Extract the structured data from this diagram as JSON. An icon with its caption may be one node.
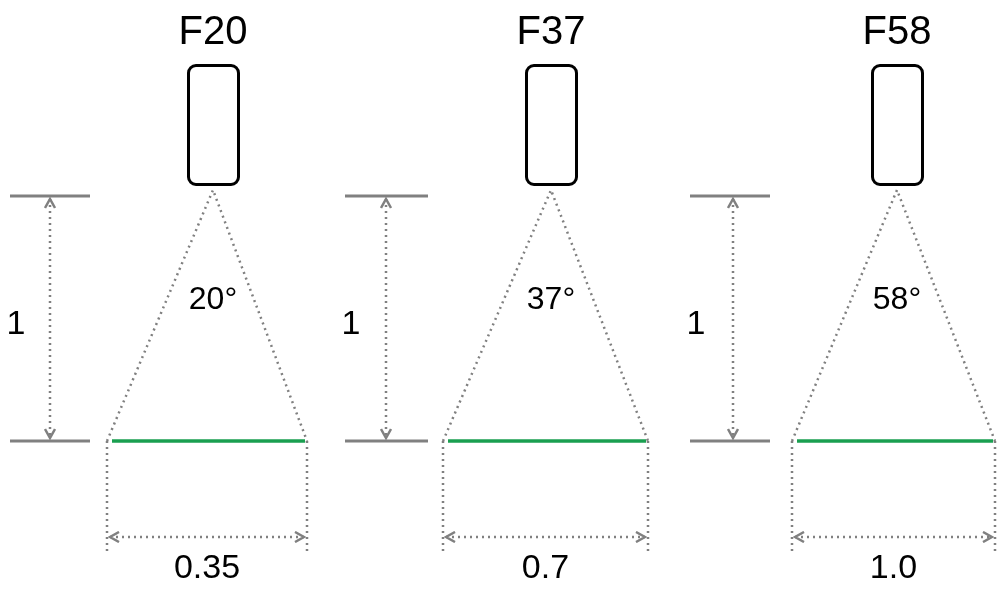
{
  "diagram": {
    "nodes": [
      {
        "text": [
          "F20"
        ]
      },
      {
        "text": [
          "F37"
        ]
      },
      {
        "text": [
          "F58"
        ]
      }
    ],
    "labels": [
      "1",
      "20°",
      "0.35",
      "1",
      "37°",
      "0.7",
      "1",
      "58°",
      "1.0"
    ]
  }
}
